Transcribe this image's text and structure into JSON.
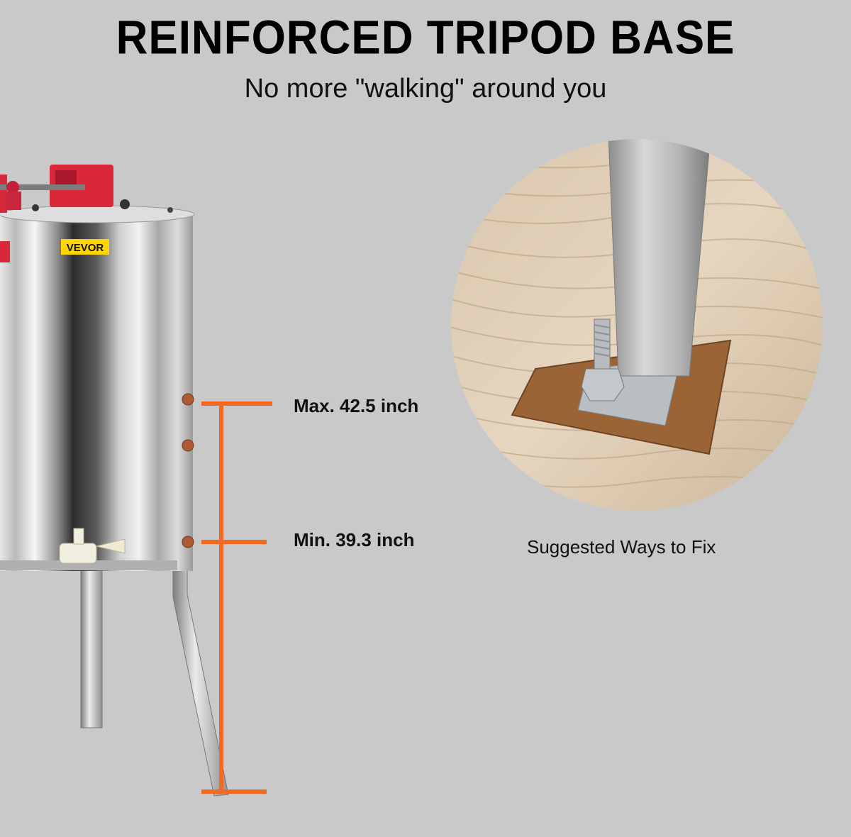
{
  "header": {
    "title": "REINFORCED TRIPOD BASE",
    "subtitle": "No more \"walking\" around you"
  },
  "product": {
    "brand_label": "VEVOR"
  },
  "measurements": {
    "max_label": "Max. 42.5 inch",
    "min_label": "Min. 39.3 inch"
  },
  "detail": {
    "caption": "Suggested Ways to Fix"
  },
  "colors": {
    "background": "#c9c9c9",
    "dimension_line": "#f26a22",
    "brand_badge": "#ffd400",
    "crank_red": "#d8283a"
  }
}
